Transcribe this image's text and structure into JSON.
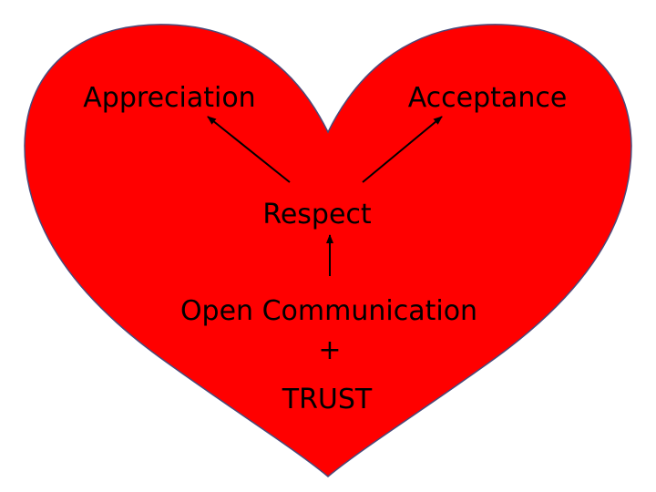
{
  "diagram": {
    "labels": {
      "appreciation": "Appreciation",
      "acceptance": "Acceptance",
      "respect": "Respect",
      "open_communication": "Open Communication",
      "plus": "+",
      "trust": "TRUST"
    },
    "colors": {
      "heart_fill": "#ff0000",
      "heart_stroke": "#4a4a7a",
      "text": "#000000",
      "arrow": "#000000"
    },
    "edges": [
      {
        "from": "open_communication",
        "to": "respect"
      },
      {
        "from": "respect",
        "to": "appreciation"
      },
      {
        "from": "respect",
        "to": "acceptance"
      }
    ]
  }
}
